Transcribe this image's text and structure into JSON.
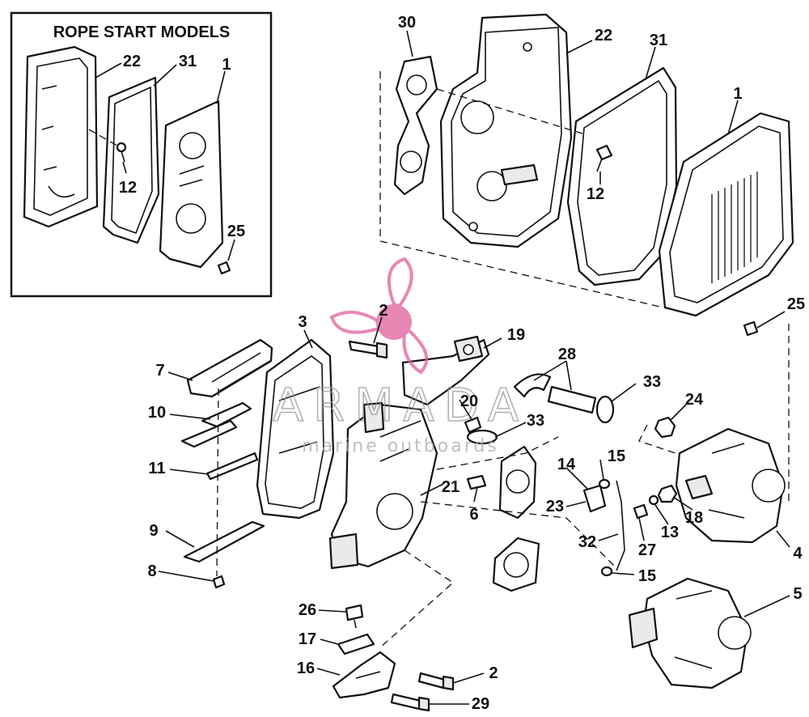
{
  "inset": {
    "title": "ROPE START MODELS"
  },
  "watermark": {
    "brand": "ARMADA",
    "tagline": "marine outboards",
    "accent": "#e0609a"
  },
  "callouts": {
    "c30": "30",
    "c22": "22",
    "c31": "31",
    "c1": "1",
    "c12": "12",
    "c25": "25",
    "i22": "22",
    "i31": "31",
    "i1": "1",
    "i12": "12",
    "i25": "25",
    "c2a": "2",
    "c3": "3",
    "c19": "19",
    "c28": "28",
    "c33a": "33",
    "c24": "24",
    "c7": "7",
    "c10": "10",
    "c20": "20",
    "c33b": "33",
    "c11": "11",
    "c15a": "15",
    "c14": "14",
    "c21": "21",
    "c6": "6",
    "c23": "23",
    "c18": "18",
    "c13": "13",
    "c9": "9",
    "c32": "32",
    "c27": "27",
    "c4": "4",
    "c8": "8",
    "c15b": "15",
    "c5": "5",
    "c26": "26",
    "c17": "17",
    "c16": "16",
    "c2b": "2",
    "c29": "29"
  }
}
